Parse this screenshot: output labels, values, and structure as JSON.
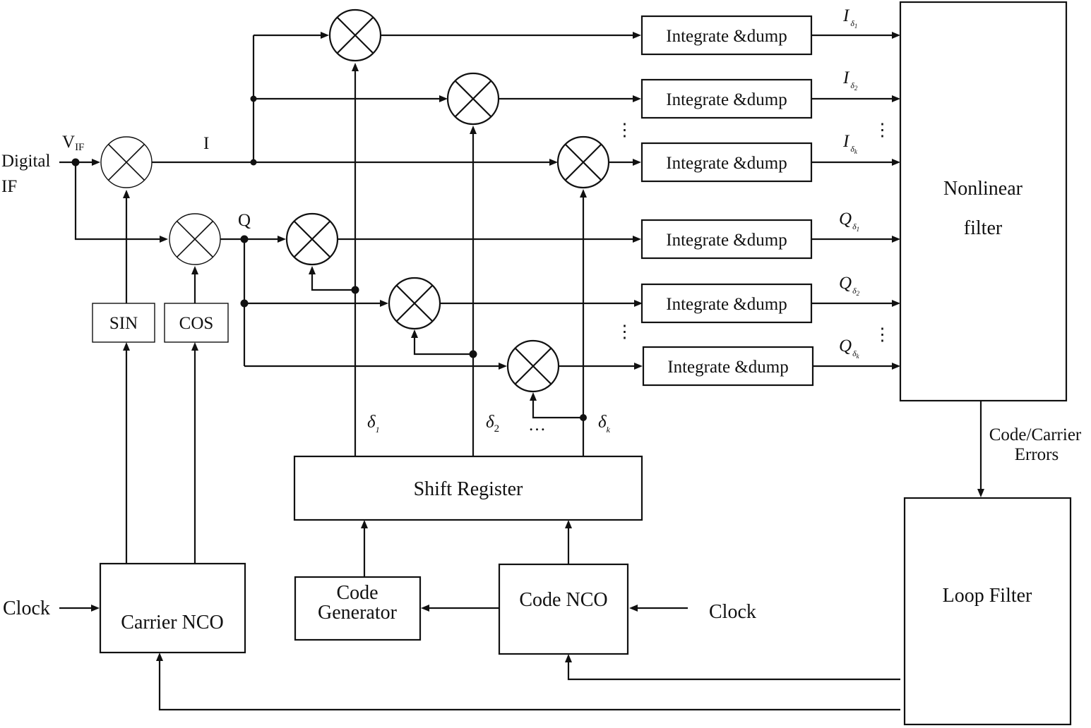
{
  "input": {
    "digital": "Digital",
    "if": "IF",
    "vif_main": "V",
    "vif_sub": "IF",
    "i_label": "I",
    "q_label": "Q"
  },
  "trig": {
    "sin": "SIN",
    "cos": "COS"
  },
  "integrate_label": "Integrate &dump",
  "outputs": {
    "i_letter": "I",
    "q_letter": "Q",
    "delta": "δ",
    "sub1": "1",
    "sub2": "2",
    "subk": "k"
  },
  "dots": {
    "vertical": "⋮",
    "horizontal": "…"
  },
  "blocks": {
    "nonlinear_line1": "Nonlinear",
    "nonlinear_line2": "filter",
    "loop_filter": "Loop Filter",
    "shift_register": "Shift Register",
    "code_generator_line1": "Code",
    "code_generator_line2": "Generator",
    "code_nco": "Code NCO",
    "carrier_nco": "Carrier NCO"
  },
  "errors": {
    "line1": "Code/Carrier",
    "line2": "Errors"
  },
  "clock_left": "Clock",
  "clock_right": "Clock",
  "deltas": {
    "symbol": "δ",
    "sub1": "1",
    "sub2": "2",
    "subk": "k"
  }
}
